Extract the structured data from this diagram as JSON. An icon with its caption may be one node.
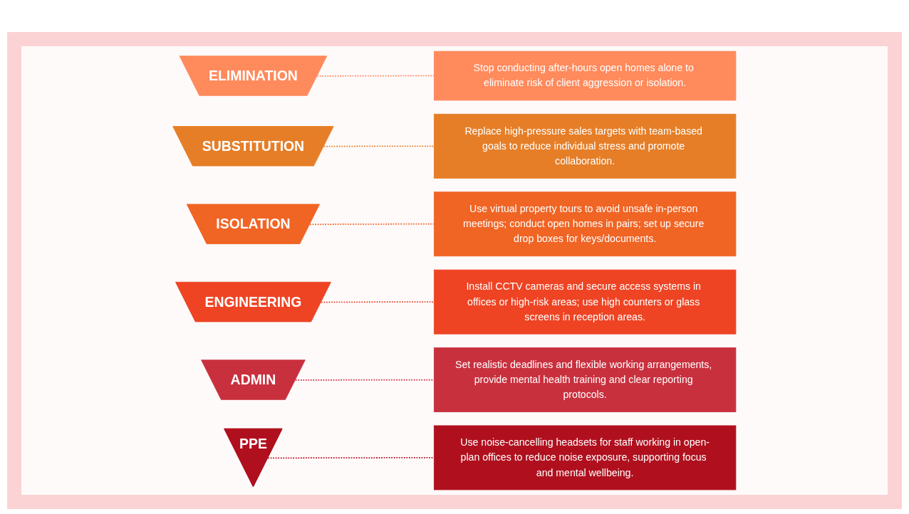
{
  "diagram": {
    "nodes": [
      {
        "text": [
          "ELIMINATION"
        ]
      },
      {
        "text": [
          "SUBSTITUTION"
        ]
      },
      {
        "text": [
          "ISOLATION"
        ]
      },
      {
        "text": [
          "ENGINEERING"
        ]
      },
      {
        "text": [
          "ADMIN"
        ]
      },
      {
        "text": [
          "PPE"
        ]
      },
      {
        "text": [
          "Stop conducting after-hours open homes alone to eliminate risk of client aggression or isolation."
        ]
      },
      {
        "text": [
          "Replace high-pressure sales targets with team-based goals to reduce individual stress and promote collaboration."
        ]
      },
      {
        "text": [
          "Use virtual property tours to avoid unsafe in-person meetings; conduct open homes in pairs; set up secure drop boxes for keys/documents."
        ]
      },
      {
        "text": [
          "Install CCTV cameras and secure access systems in offices or high-risk areas; use high counters or glass screens in reception areas."
        ]
      },
      {
        "text": [
          "Set realistic deadlines and flexible working arrangements, provide mental health training and clear reporting protocols."
        ]
      },
      {
        "text": [
          "Use noise-cancelling headsets for staff working in open-plan offices to reduce noise exposure, supporting focus and mental wellbeing."
        ]
      }
    ],
    "edges": [
      {
        "from": 0,
        "to": 6,
        "arrow": "none",
        "style": "dashed",
        "color": "#ff8a5c"
      },
      {
        "from": 1,
        "to": 7,
        "arrow": "none",
        "style": "dashed",
        "color": "#e67e27"
      },
      {
        "from": 2,
        "to": 8,
        "arrow": "none",
        "style": "dashed",
        "color": "#f06424"
      },
      {
        "from": 3,
        "to": 9,
        "arrow": "none",
        "style": "dashed",
        "color": "#e8432a"
      },
      {
        "from": 4,
        "to": 10,
        "arrow": "none",
        "style": "dashed",
        "color": "#c9303e"
      },
      {
        "from": 5,
        "to": 11,
        "arrow": "none",
        "style": "dashed",
        "color": "#b0101e"
      }
    ]
  }
}
